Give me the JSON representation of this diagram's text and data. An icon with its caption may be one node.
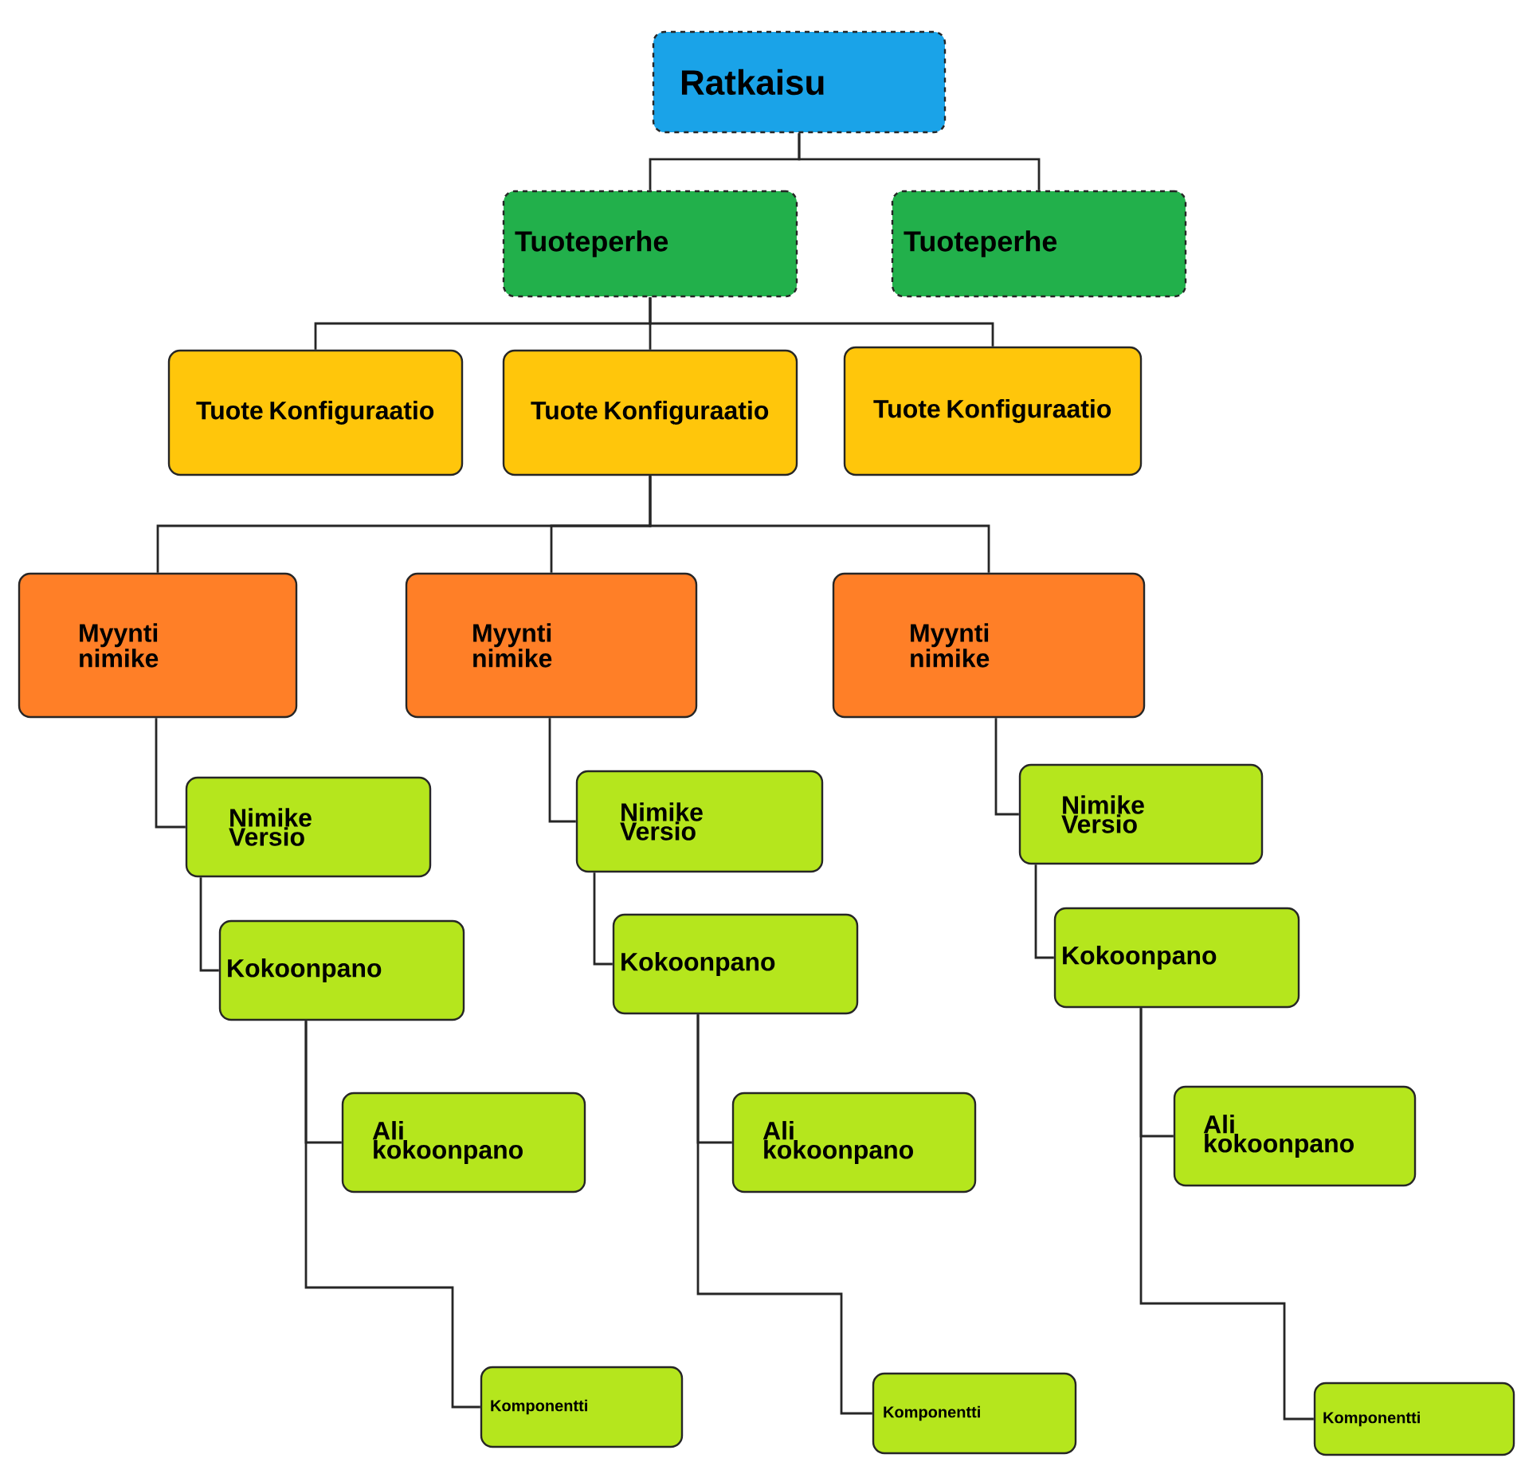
{
  "diagram": {
    "nodes": [
      {
        "text": [
          "Ratkaisu"
        ]
      },
      {
        "text": [
          "Tuoteperhe"
        ]
      },
      {
        "text": [
          "Tuoteperhe"
        ]
      },
      {
        "text": [
          "Tuote Konfiguraatio"
        ]
      },
      {
        "text": [
          "Tuote Konfiguraatio"
        ]
      },
      {
        "text": [
          "Tuote Konfiguraatio"
        ]
      },
      {
        "text": [
          "Myynti nimike"
        ]
      },
      {
        "text": [
          "Myynti nimike"
        ]
      },
      {
        "text": [
          "Myynti nimike"
        ]
      },
      {
        "text": [
          "Nimike Versio"
        ]
      },
      {
        "text": [
          "Kokoonpano"
        ]
      },
      {
        "text": [
          "Ali kokoonpano"
        ]
      },
      {
        "text": [
          "Komponentti"
        ]
      },
      {
        "text": [
          "Nimike Versio"
        ]
      },
      {
        "text": [
          "Kokoonpano"
        ]
      },
      {
        "text": [
          "Ali kokoonpano"
        ]
      },
      {
        "text": [
          "Komponentti"
        ]
      },
      {
        "text": [
          "Nimike Versio"
        ]
      },
      {
        "text": [
          "Kokoonpano"
        ]
      },
      {
        "text": [
          "Ali kokoonpano"
        ]
      },
      {
        "text": [
          "Komponentti"
        ]
      }
    ],
    "edges": [
      {
        "from": 0,
        "to": 1,
        "arrow": "none"
      },
      {
        "from": 0,
        "to": 2,
        "arrow": "none"
      },
      {
        "from": 1,
        "to": 3,
        "arrow": "none"
      },
      {
        "from": 1,
        "to": 4,
        "arrow": "none"
      },
      {
        "from": 1,
        "to": 5,
        "arrow": "none"
      },
      {
        "from": 4,
        "to": 6,
        "arrow": "none"
      },
      {
        "from": 4,
        "to": 7,
        "arrow": "none"
      },
      {
        "from": 4,
        "to": 8,
        "arrow": "none"
      },
      {
        "from": 6,
        "to": 9,
        "arrow": "none"
      },
      {
        "from": 9,
        "to": 10,
        "arrow": "none"
      },
      {
        "from": 10,
        "to": 11,
        "arrow": "none"
      },
      {
        "from": 10,
        "to": 12,
        "arrow": "none"
      },
      {
        "from": 7,
        "to": 13,
        "arrow": "none"
      },
      {
        "from": 13,
        "to": 14,
        "arrow": "none"
      },
      {
        "from": 14,
        "to": 15,
        "arrow": "none"
      },
      {
        "from": 14,
        "to": 16,
        "arrow": "none"
      },
      {
        "from": 8,
        "to": 17,
        "arrow": "none"
      },
      {
        "from": 17,
        "to": 18,
        "arrow": "none"
      },
      {
        "from": 18,
        "to": 19,
        "arrow": "none"
      },
      {
        "from": 18,
        "to": 20,
        "arrow": "none"
      }
    ]
  }
}
